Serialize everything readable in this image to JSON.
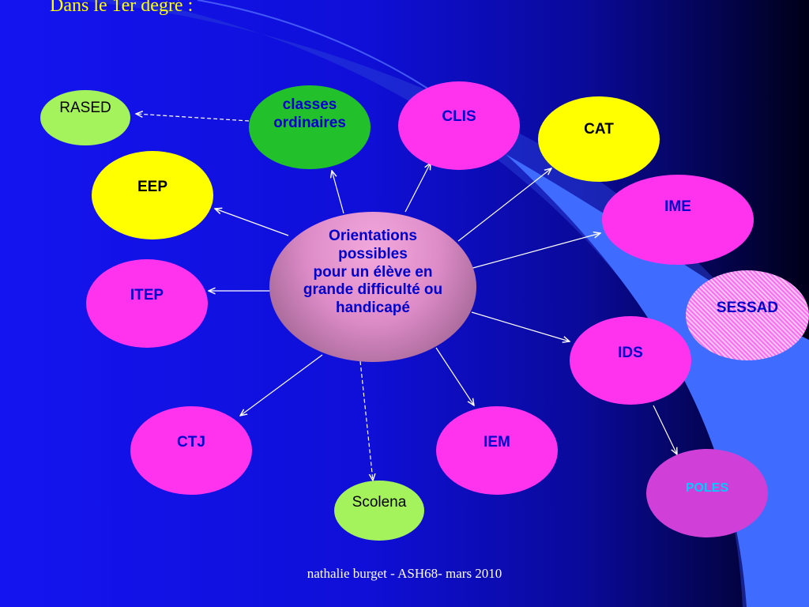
{
  "slide": {
    "title": "Dans le 1er degré :",
    "footer": "nathalie burget - ASH68- mars 2010"
  },
  "colors": {
    "magenta": "#ff33ee",
    "yellow": "#ffff00",
    "lime": "#a4f25c",
    "green": "#22c02a",
    "violet": "#d040d8"
  },
  "diagram": {
    "center": {
      "line1": "Orientations",
      "line2": "possibles",
      "line3": "pour un élève en",
      "line4": "grande difficulté ou",
      "line5": "handicapé"
    },
    "nodes": {
      "rased": "RASED",
      "classes_line1": "classes",
      "classes_line2": "ordinaires",
      "clis": "CLIS",
      "cat": "CAT",
      "eep": "EEP",
      "ime": "IME",
      "sessad": "SESSAD",
      "itep": "ITEP",
      "ids": "IDS",
      "ctj": "CTJ",
      "iem": "IEM",
      "scolena": "Scolena",
      "poles": "POLES"
    }
  }
}
